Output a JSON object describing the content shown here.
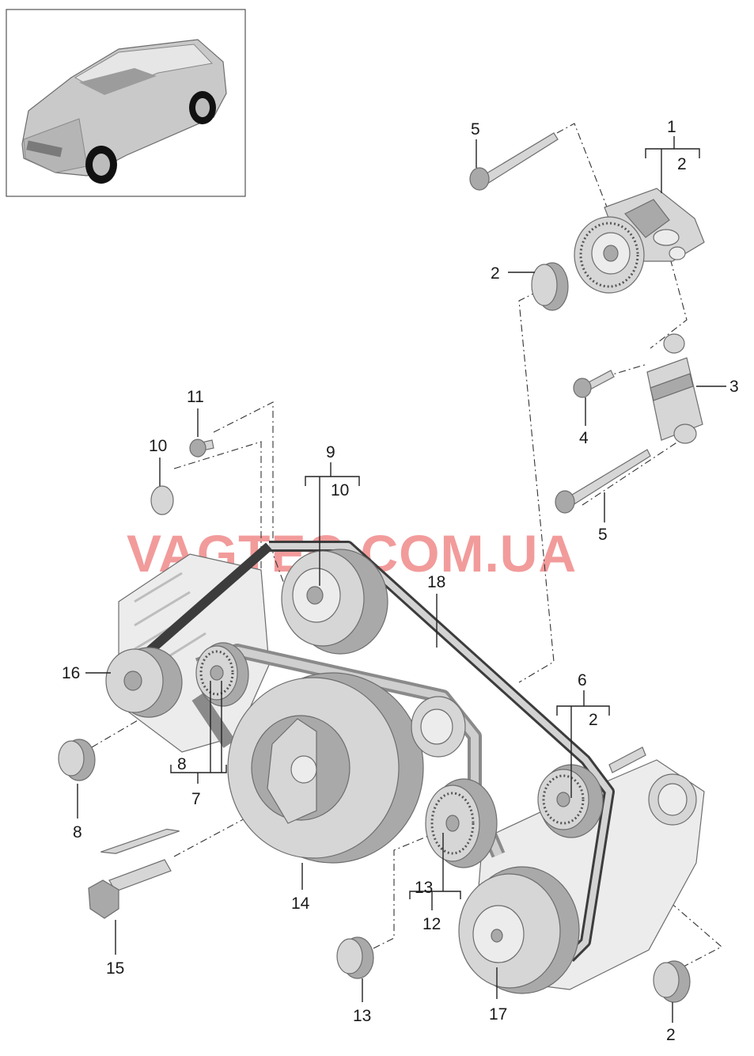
{
  "watermark": "VAGTEC.COM.UA",
  "callouts": {
    "c1": "1",
    "c2a": "2",
    "c5a": "5",
    "c2b": "2",
    "c3": "3",
    "c4": "4",
    "c5b": "5",
    "c11": "11",
    "c10a": "10",
    "c9": "9",
    "c10b": "10",
    "c18": "18",
    "c16": "16",
    "c6": "6",
    "c2c": "2",
    "c8a": "8",
    "c7": "7",
    "c8b": "8",
    "c14": "14",
    "c13a": "13",
    "c12": "12",
    "c15": "15",
    "c13b": "13",
    "c17": "17",
    "c2d": "2"
  },
  "colors": {
    "part_fill": "#d6d6d6",
    "part_shadow": "#a9a9a9",
    "belt": "#3c3c3c",
    "watermark": "#f08a8a"
  }
}
